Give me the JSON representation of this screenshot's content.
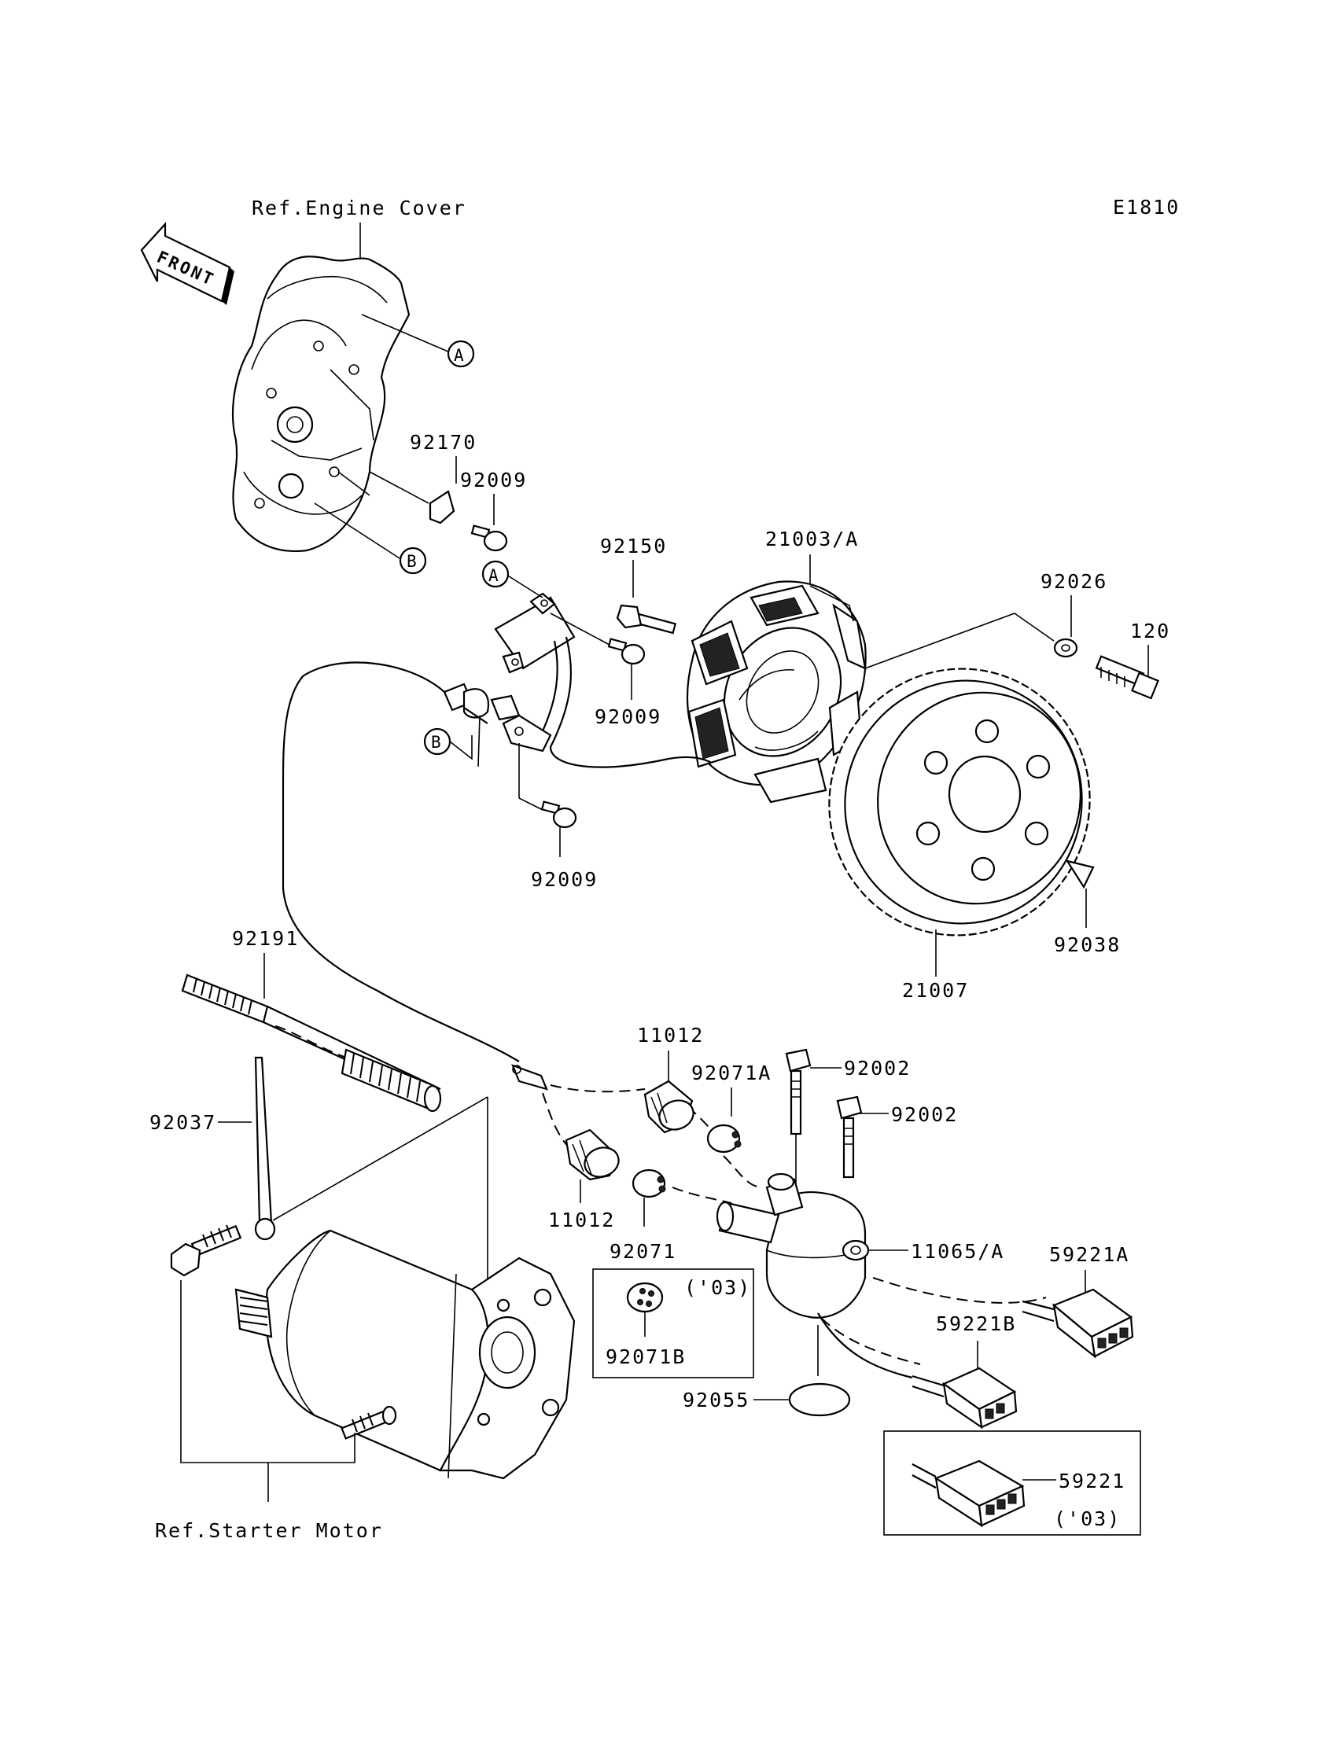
{
  "diagram_code": "E1810",
  "front_arrow": "FRONT",
  "refs": {
    "engine_cover": "Ref.Engine Cover",
    "starter_motor": "Ref.Starter Motor"
  },
  "callouts": {
    "a": "A",
    "b": "B"
  },
  "labels": {
    "p92170": "92170",
    "p92009_top": "92009",
    "p92150": "92150",
    "p21003a": "21003/A",
    "p92026": "92026",
    "p120": "120",
    "p92009_mid": "92009",
    "p92009_low": "92009",
    "p92038": "92038",
    "p21007": "21007",
    "p92191": "92191",
    "p11012_top": "11012",
    "p92071a": "92071A",
    "p92002_a": "92002",
    "p92002_b": "92002",
    "p92037": "92037",
    "p11012_low": "11012",
    "p92071": "92071",
    "p11065a": "11065/A",
    "p59221a": "59221A",
    "p03_a": "('03)",
    "p92071b": "92071B",
    "p59221b": "59221B",
    "p92055": "92055",
    "p59221": "59221",
    "p03_b": "('03)"
  }
}
